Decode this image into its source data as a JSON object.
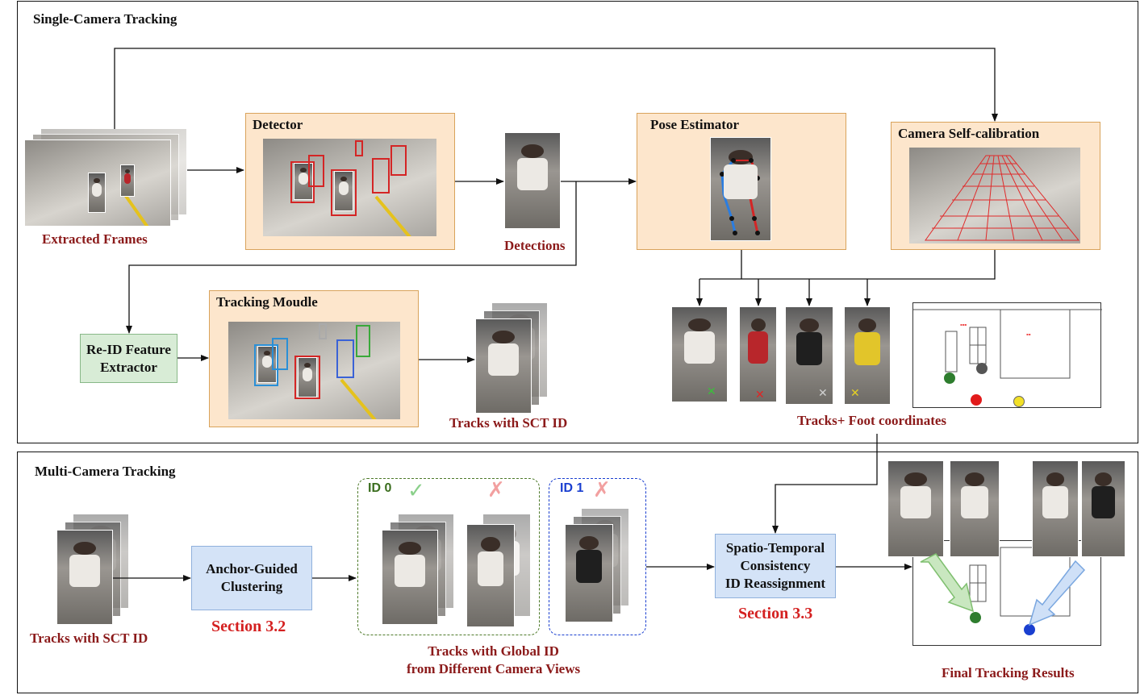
{
  "sct": {
    "title": "Single-Camera Tracking",
    "detector": "Detector",
    "pose": "Pose Estimator",
    "calib": "Camera Self-calibration",
    "tracking": "Tracking Moudle",
    "reid": "Re-ID Feature\nExtractor",
    "cap_frames": "Extracted Frames",
    "cap_dets": "Detections",
    "cap_tracks": "Tracks with SCT ID",
    "cap_foot": "Tracks+ Foot coordinates"
  },
  "mct": {
    "title": "Multi-Camera Tracking",
    "anchor": "Anchor-Guided\nClustering",
    "sect32": "Section 3.2",
    "st": "Spatio-Temporal\nConsistency\nID Reassignment",
    "sect33": "Section 3.3",
    "cap_tracks": "Tracks with SCT ID",
    "cap_global": "Tracks with Global ID\nfrom Different Camera Views",
    "cap_final": "Final Tracking Results",
    "id0": "ID 0",
    "id1": "ID 1"
  },
  "icons": {
    "check": "check-icon",
    "cross": "cross-icon"
  },
  "colors": {
    "box_fill": "#fde6cc",
    "caption": "#8b1a1a",
    "section": "#d42020",
    "id0": "#3b6e1f",
    "id1": "#1a3fd0"
  }
}
